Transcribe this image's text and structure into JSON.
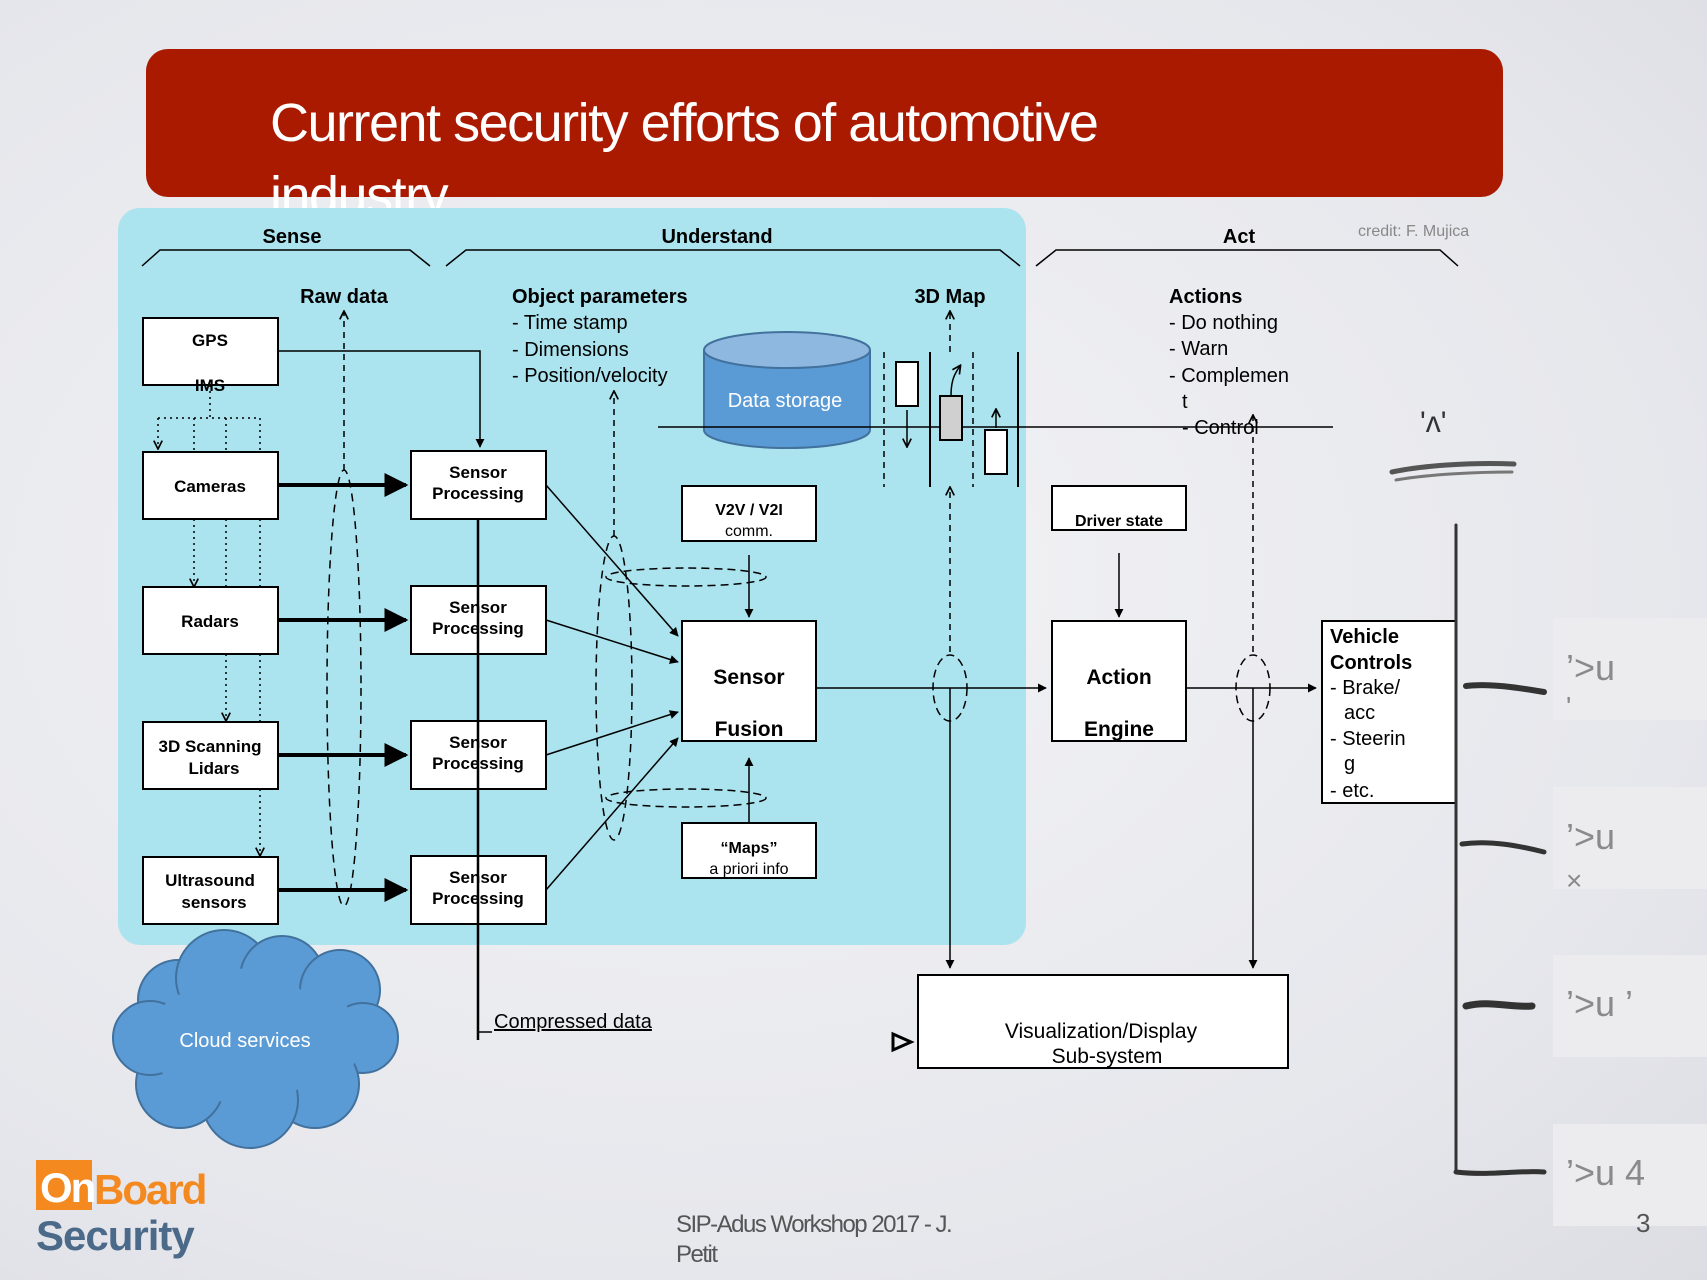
{
  "slide": {
    "title_line1": "Current security efforts of automotive",
    "title_line2": "industry",
    "credit": "credit: F. Mujica",
    "footer_line1": "SIP-Adus Workshop 2017 - J.",
    "footer_line2": "Petit",
    "page_number": "3",
    "logo_line1_box": "On",
    "logo_line1_rest": "Board",
    "logo_line2": "Security",
    "colors": {
      "title_bar": "#aa1a00",
      "panel": "#abe3ee",
      "cloud": "#5b9bd5",
      "storage": "#5b9bd5",
      "logo_orange": "#f4891f",
      "logo_blue": "#4b6a8a"
    }
  },
  "diagram": {
    "sections": {
      "sense": "Sense",
      "understand": "Understand",
      "act": "Act"
    },
    "labels": {
      "raw_data": "Raw data",
      "object_parameters": "Object parameters",
      "op_item1": "- Time stamp",
      "op_item2": "- Dimensions",
      "op_item3": "- Position/velocity",
      "map3d": "3D Map",
      "data_storage": "Data storage",
      "actions": "Actions",
      "act_item1": "- Do nothing",
      "act_item2": "- Warn",
      "act_item3a": "- Complemen",
      "act_item3b": "t",
      "act_item4": "- Control",
      "compressed_data": "Compressed data",
      "cloud_services": "Cloud services",
      "scribble": "'ʌ'"
    },
    "sensors": {
      "gps_line1": "GPS",
      "gps_line2": "IMS",
      "cameras": "Cameras",
      "radars": "Radars",
      "lidars_line1": "3D Scanning",
      "lidars_line2": "Lidars",
      "ultrasound_line1": "Ultrasound",
      "ultrasound_line2": "sensors"
    },
    "processing": {
      "line1": "Sensor",
      "line2": "Processing"
    },
    "v2v_line1": "V2V / V2I",
    "v2v_line2": "comm.",
    "maps_line1": "“Maps”",
    "maps_line2": "a priori info",
    "fusion_line1": "Sensor",
    "fusion_line2": "Fusion",
    "driver_state": "Driver state",
    "action_line1": "Action",
    "action_line2": "Engine",
    "vehicle_controls": {
      "title1": "Vehicle",
      "title2": "Controls",
      "item1a": "- Brake/",
      "item1b": "acc",
      "item2a": "- Steerin",
      "item2b": "g",
      "item3": "- etc."
    },
    "visualization_line1": "Visualization/Display",
    "visualization_line2": "Sub-system"
  },
  "side_cards": [
    {
      "line1": "’>u",
      "line2": "'"
    },
    {
      "line1": "’>u",
      "line2": "×"
    },
    {
      "line1": "’>u ’",
      "line2": ""
    },
    {
      "line1": "’>u 4",
      "line2": ""
    }
  ]
}
